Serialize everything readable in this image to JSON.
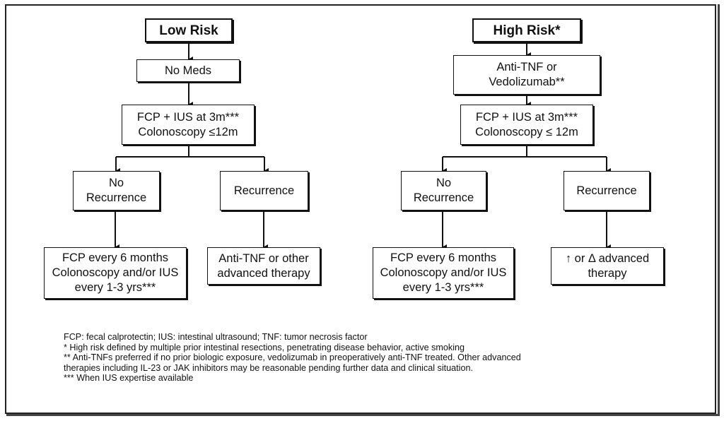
{
  "left": {
    "title": "Low Risk",
    "meds": "No Meds",
    "monitor": "FCP + IUS at 3m***\nColonoscopy ≤12m",
    "no_recurrence": "No\nRecurrence",
    "recurrence": "Recurrence",
    "no_rec_plan": "FCP every 6 months\nColonoscopy and/or IUS\nevery 1-3 yrs***",
    "rec_plan": "Anti-TNF or other\nadvanced therapy"
  },
  "right": {
    "title": "High Risk*",
    "meds": "Anti-TNF or\nVedolizumab**",
    "monitor": "FCP + IUS at 3m***\nColonoscopy ≤ 12m",
    "no_recurrence": "No\nRecurrence",
    "recurrence": "Recurrence",
    "no_rec_plan": "FCP every 6 months\nColonoscopy and/or IUS\nevery 1-3 yrs***",
    "rec_plan": "↑ or Δ advanced\ntherapy"
  },
  "legend": {
    "line1": "FCP: fecal calprotectin; IUS: intestinal ultrasound; TNF: tumor necrosis factor",
    "line2": "* High risk defined by multiple prior intestinal resections, penetrating disease behavior, active smoking",
    "line3": "** Anti-TNFs preferred if no prior biologic exposure, vedolizumab in preoperatively anti-TNF treated. Other advanced therapies including IL-23 or JAK inhibitors may be reasonable pending further data and clinical situation.",
    "line4": "*** When IUS expertise available"
  }
}
